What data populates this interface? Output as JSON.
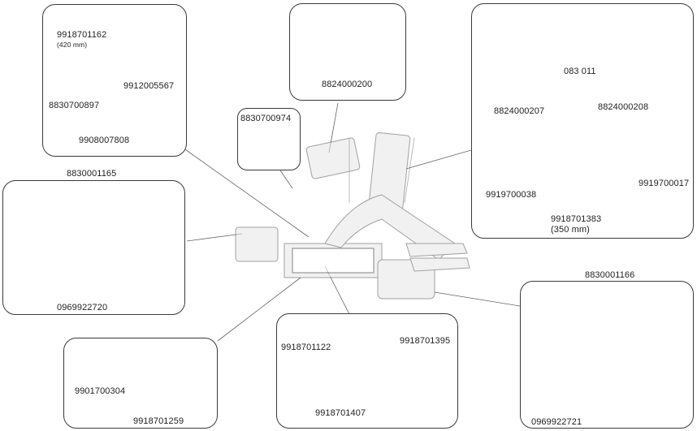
{
  "parts": {
    "strap_420": "9918701162",
    "strap_420_length": "(420 mm)",
    "clip": "8830700897",
    "plug": "9912005567",
    "screw": "9908007808",
    "arm_top": "8824000200",
    "lock_knob": "8830700974",
    "lock_set": "083 011",
    "frame_holder": "8824000207",
    "arm_right": "8824000208",
    "cap": "9919700038",
    "ring": "9919700017",
    "strap_350": "9918701383",
    "strap_350_length": "(350 mm)",
    "light_bracket_left": "8830001165",
    "light_cover_left": "0969922720",
    "light_bracket_right": "8830001166",
    "light_cover_right": "0969922721",
    "rod": "9901700304",
    "rod_cap": "9918701259",
    "logo": "9918701122",
    "plate_holder": "9918701395",
    "reflector_strip": "9918701407"
  }
}
